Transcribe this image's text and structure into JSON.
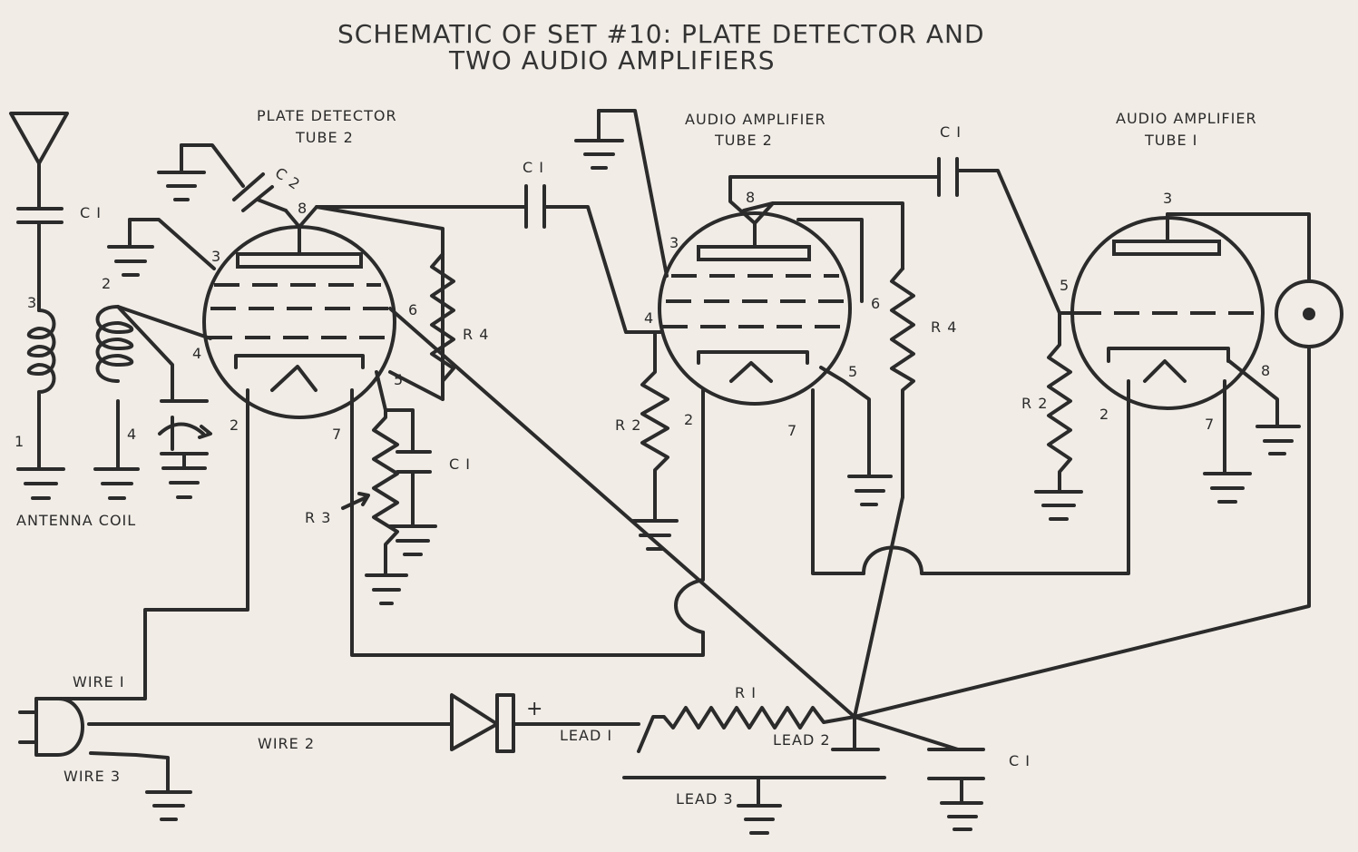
{
  "title_line1": "SCHEMATIC OF SET #10: PLATE DETECTOR AND",
  "title_line2": "TWO AUDIO AMPLIFIERS",
  "tubes": {
    "detector": {
      "name": "PLATE DETECTOR",
      "tube": "TUBE 2"
    },
    "amp1": {
      "name": "AUDIO AMPLIFIER",
      "tube": "TUBE 2"
    },
    "amp2": {
      "name": "AUDIO AMPLIFIER",
      "tube": "TUBE I"
    }
  },
  "components": {
    "c1": "C I",
    "c2": "C 2",
    "r1": "R I",
    "r2": "R 2",
    "r3": "R 3",
    "r4": "R 4",
    "antenna_coil": "ANTENNA COIL",
    "plus": "+"
  },
  "wires": {
    "wire1": "WIRE I",
    "wire2": "WIRE 2",
    "wire3": "WIRE 3",
    "lead1": "LEAD I",
    "lead2": "LEAD 2",
    "lead3": "LEAD 3"
  },
  "pins": {
    "p1": "1",
    "p2": "2",
    "p3": "3",
    "p4": "4",
    "p5": "5",
    "p6": "6",
    "p7": "7",
    "p8": "8"
  }
}
